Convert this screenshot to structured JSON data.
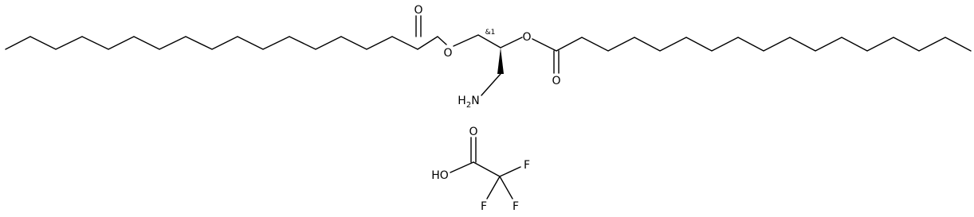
{
  "molecule": {
    "ester_oxygen_left": "O",
    "ester_oxygen_right": "O",
    "carbonyl_oxygen_left": "O",
    "carbonyl_oxygen_right": "O",
    "amine_group": "H2N",
    "stereo_label": "&1"
  },
  "counterion": {
    "carbonyl_oxygen": "O",
    "hydroxyl": "HO",
    "fluorine_1": "F",
    "fluorine_2": "F",
    "fluorine_3": "F"
  }
}
